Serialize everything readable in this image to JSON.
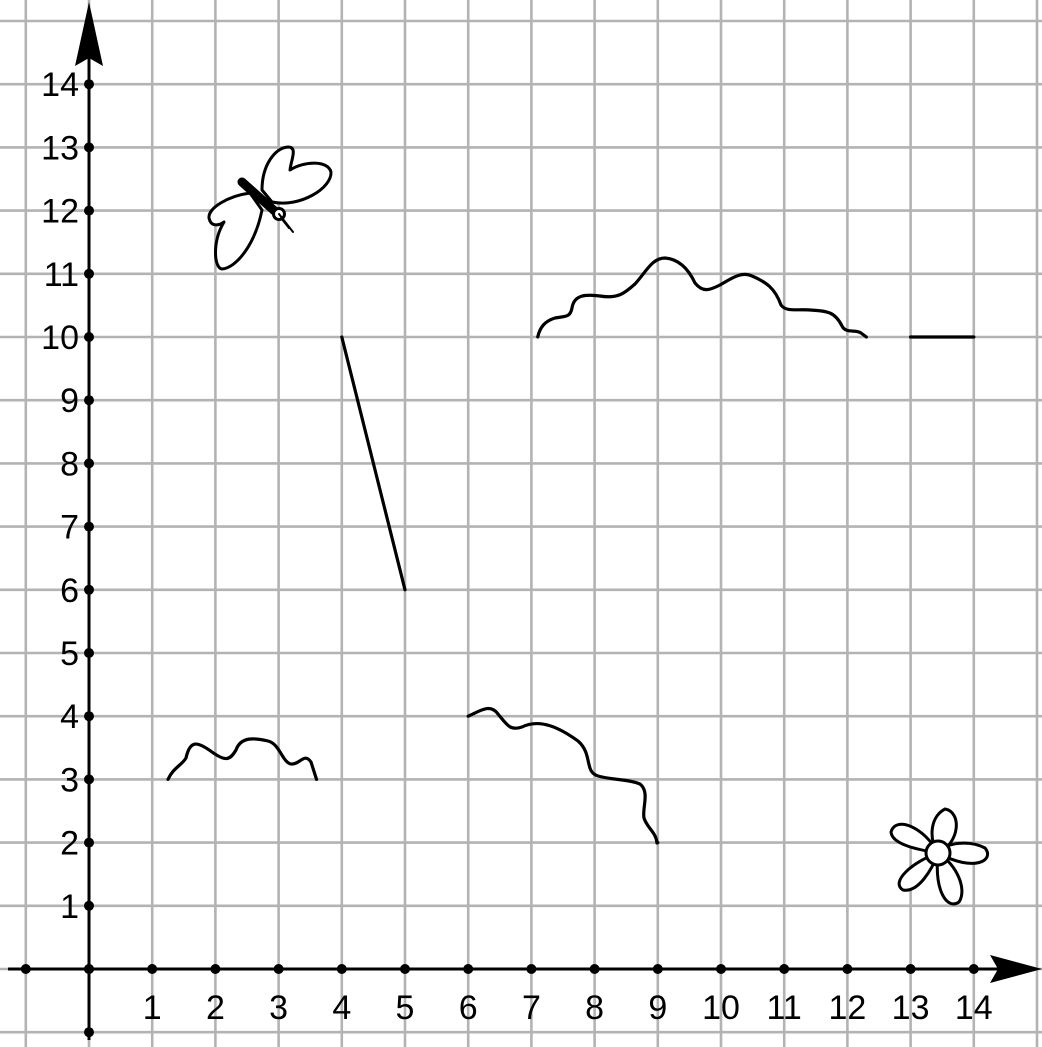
{
  "axes": {
    "x_ticks": [
      "1",
      "2",
      "3",
      "4",
      "5",
      "6",
      "7",
      "8",
      "9",
      "10",
      "11",
      "12",
      "13",
      "14"
    ],
    "y_ticks": [
      "1",
      "2",
      "3",
      "4",
      "5",
      "6",
      "7",
      "8",
      "9",
      "10",
      "11",
      "12",
      "13",
      "14"
    ],
    "x_range": [
      -1,
      15
    ],
    "y_range": [
      -1,
      15
    ]
  },
  "drawings": [
    {
      "name": "straight-segment-steep",
      "from": [
        4,
        10
      ],
      "to": [
        5,
        6
      ]
    },
    {
      "name": "straight-segment-horizontal",
      "from": [
        13,
        10
      ],
      "to": [
        14,
        10
      ]
    },
    {
      "name": "wavy-curve-bottom-left",
      "from": [
        1.25,
        3
      ],
      "to": [
        3.6,
        3
      ]
    },
    {
      "name": "wavy-curve-bottom-middle",
      "from": [
        6,
        4
      ],
      "to": [
        9,
        2
      ]
    },
    {
      "name": "wavy-curve-top-right",
      "from": [
        7.1,
        10
      ],
      "to": [
        12.3,
        10
      ]
    }
  ],
  "pictures": [
    {
      "name": "butterfly",
      "near": [
        2.8,
        12.2
      ]
    },
    {
      "name": "flower",
      "near": [
        13.4,
        1.9
      ]
    }
  ]
}
